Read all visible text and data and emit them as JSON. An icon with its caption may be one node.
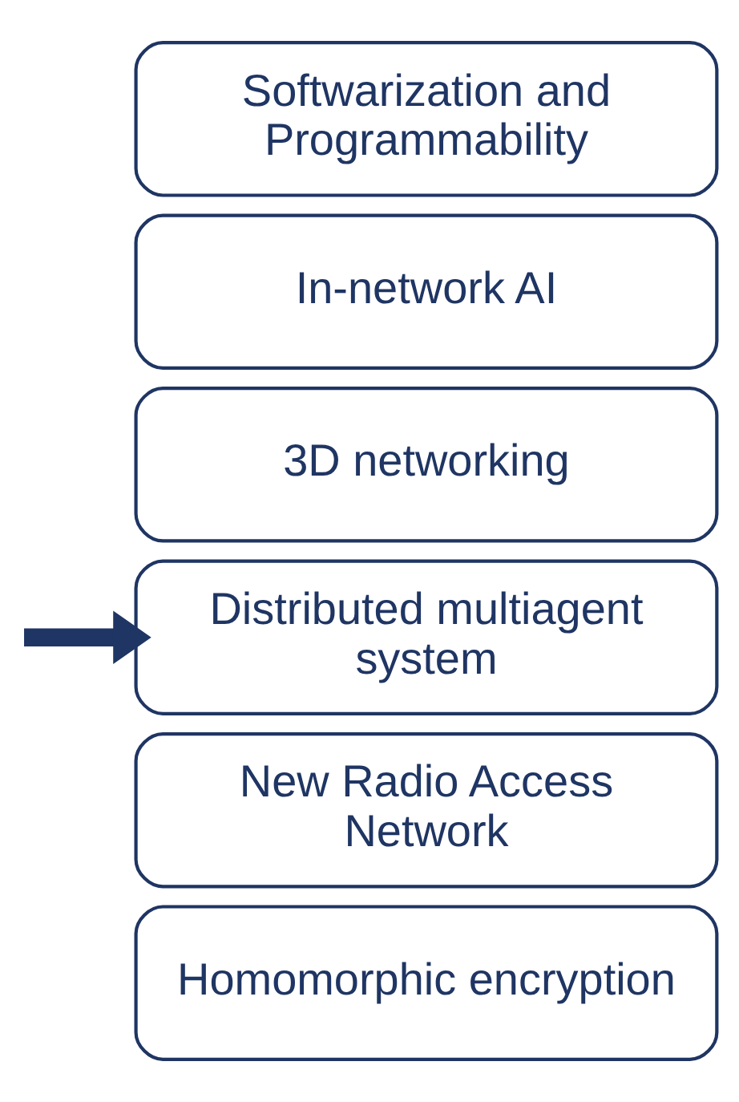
{
  "diagram": {
    "nodes": [
      {
        "text": [
          "Softwarization and Programmability"
        ]
      },
      {
        "text": [
          "In-network AI"
        ]
      },
      {
        "text": [
          "3D networking"
        ]
      },
      {
        "text": [
          "Distributed multiagent system"
        ]
      },
      {
        "text": [
          "New Radio Access Network"
        ]
      },
      {
        "text": [
          "Homomorphic encryption"
        ]
      }
    ],
    "edges": [
      {
        "from": null,
        "to": 3,
        "arrow": "to"
      }
    ]
  }
}
